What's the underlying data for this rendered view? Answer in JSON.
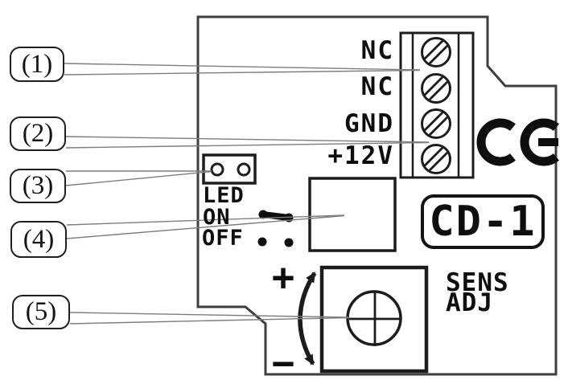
{
  "board": {
    "model_badge": "CD-1",
    "terminal_block": {
      "labels": [
        {
          "text": "NC"
        },
        {
          "text": "NC"
        },
        {
          "text": "GND"
        },
        {
          "text": "+12V"
        }
      ]
    },
    "jumper": {
      "title": "LED",
      "on_label": "ON",
      "off_label": "OFF"
    },
    "pot": {
      "plus": "+",
      "minus": "−",
      "label_line1": "SENS",
      "label_line2": "ADJ"
    },
    "icons": {
      "ce_mark": "CE",
      "adjust_arrow": "curved-double-arrow",
      "screw_terminal": "slotted-screw"
    }
  },
  "callouts": [
    {
      "label": "(1)"
    },
    {
      "label": "(2)"
    },
    {
      "label": "(3)"
    },
    {
      "label": "(4)"
    },
    {
      "label": "(5)"
    }
  ],
  "colors": {
    "outline": "#3e3e3e",
    "component": "#1c1c1c",
    "leader": "#7d7d7d",
    "text": "#111111",
    "background": "#ffffff"
  }
}
